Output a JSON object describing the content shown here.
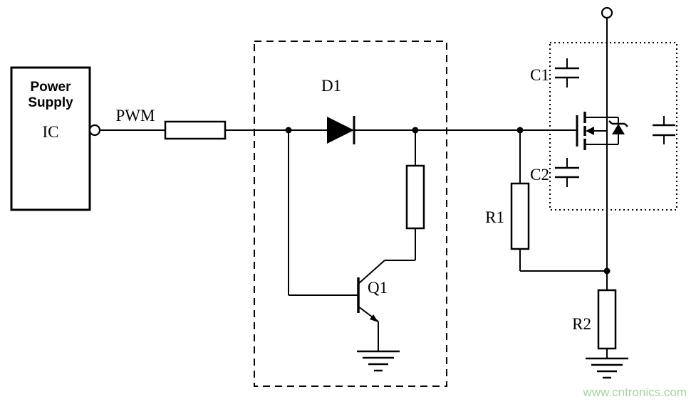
{
  "power_supply": {
    "line1": "Power",
    "line2": "Supply",
    "ic": "IC"
  },
  "labels": {
    "pwm": "PWM",
    "d1": "D1",
    "q1": "Q1",
    "c1": "C1",
    "c2": "C2",
    "r1": "R1",
    "r2": "R2"
  },
  "watermark": {
    "text": "www.cntronics.com",
    "color": "#a6d3a0"
  },
  "colors": {
    "wire": "#000000",
    "background": "#ffffff"
  }
}
